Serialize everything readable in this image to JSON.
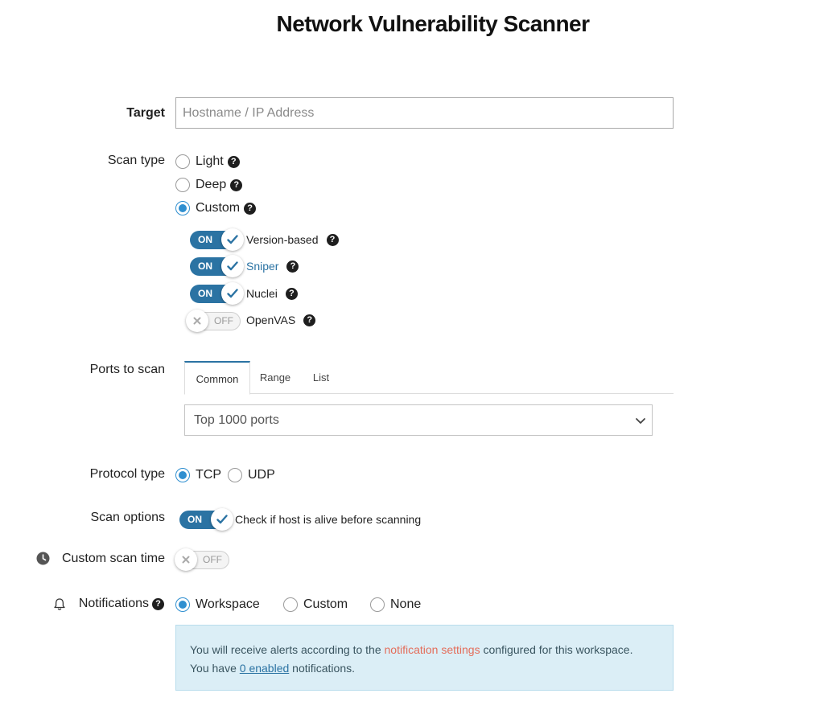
{
  "page": {
    "title": "Network Vulnerability Scanner"
  },
  "target": {
    "label": "Target",
    "placeholder": "Hostname / IP Address",
    "value": ""
  },
  "scan_type": {
    "label": "Scan type",
    "options": [
      {
        "label": "Light",
        "checked": false
      },
      {
        "label": "Deep",
        "checked": false
      },
      {
        "label": "Custom",
        "checked": true
      }
    ],
    "engines": [
      {
        "label": "Version-based",
        "state": "ON"
      },
      {
        "label": "Sniper",
        "state": "ON"
      },
      {
        "label": "Nuclei",
        "state": "ON"
      },
      {
        "label": "OpenVAS",
        "state": "OFF"
      }
    ]
  },
  "ports": {
    "label": "Ports to scan",
    "tabs": [
      "Common",
      "Range",
      "List"
    ],
    "active_tab": "Common",
    "selected": "Top 1000 ports"
  },
  "protocol": {
    "label": "Protocol type",
    "options": [
      {
        "label": "TCP",
        "checked": true
      },
      {
        "label": "UDP",
        "checked": false
      }
    ]
  },
  "scan_options": {
    "label": "Scan options",
    "toggle": "ON",
    "text": "Check if host is alive before scanning"
  },
  "custom_time": {
    "label": "Custom scan time",
    "toggle": "OFF"
  },
  "notifications": {
    "label": "Notifications",
    "options": [
      {
        "label": "Workspace",
        "checked": true
      },
      {
        "label": "Custom",
        "checked": false
      },
      {
        "label": "None",
        "checked": false
      }
    ],
    "alert": {
      "line1_prefix": "You will receive alerts according to the",
      "line1_link": "notification settings",
      "line1_suffix": "configured for this workspace.",
      "line2_prefix": "You have",
      "line2_link": "0 enabled",
      "line2_suffix": "notifications."
    }
  },
  "colors": {
    "accent": "#2b73a3",
    "radio": "#2f8fd0",
    "alert_bg": "#dbeef6",
    "link_red": "#e46d5a"
  },
  "icons": {
    "help": "question-circle-icon",
    "clock": "clock-icon",
    "bell": "bell-icon",
    "check": "check-icon",
    "cross": "x-icon",
    "chevron": "chevron-down-icon"
  }
}
